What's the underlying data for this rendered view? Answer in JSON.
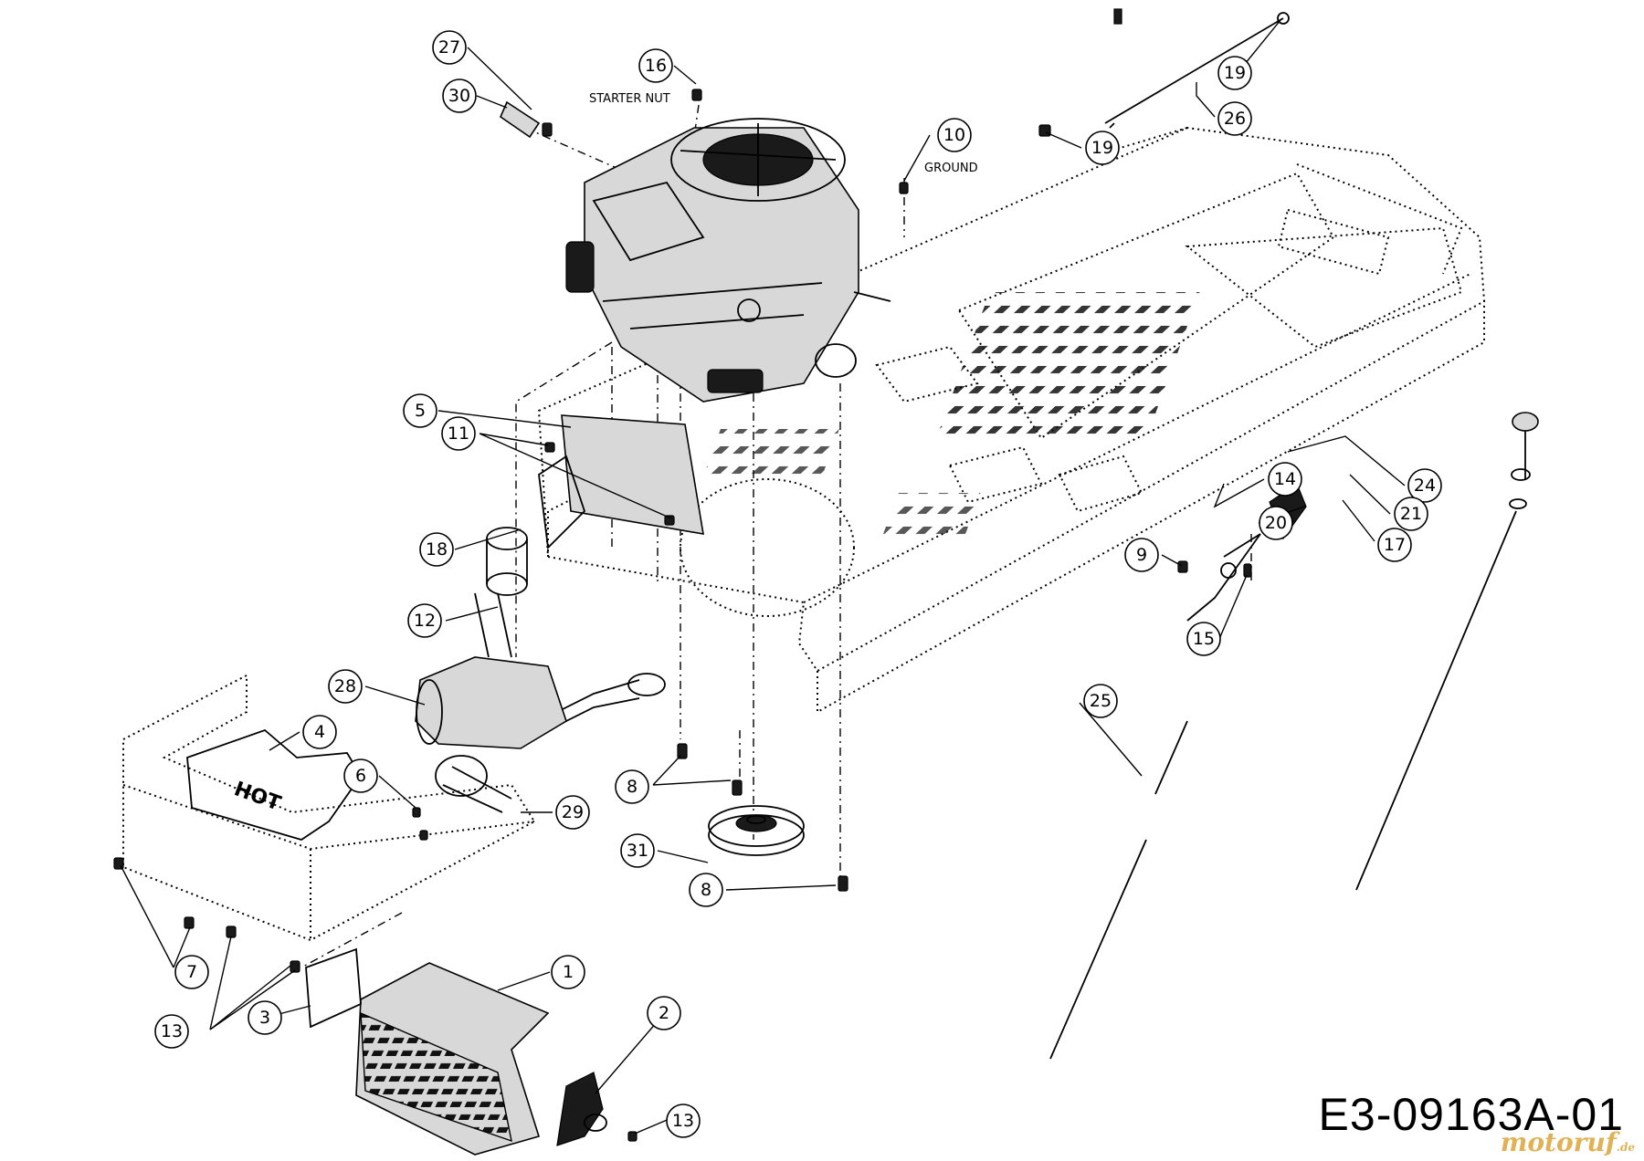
{
  "drawing_number": "E3-09163A-01",
  "watermark": {
    "name": "motoruf",
    "tld": ".de"
  },
  "annotations": {
    "starter_nut": "STARTER NUT",
    "ground": "GROUND",
    "hot": "HOT"
  },
  "callouts": [
    {
      "id": "callout-27",
      "label": "27"
    },
    {
      "id": "callout-30",
      "label": "30"
    },
    {
      "id": "callout-16",
      "label": "16"
    },
    {
      "id": "callout-10",
      "label": "10"
    },
    {
      "id": "callout-19a",
      "label": "19"
    },
    {
      "id": "callout-19b",
      "label": "19"
    },
    {
      "id": "callout-26",
      "label": "26"
    },
    {
      "id": "callout-5",
      "label": "5"
    },
    {
      "id": "callout-11",
      "label": "11"
    },
    {
      "id": "callout-18",
      "label": "18"
    },
    {
      "id": "callout-12",
      "label": "12"
    },
    {
      "id": "callout-28",
      "label": "28"
    },
    {
      "id": "callout-4",
      "label": "4"
    },
    {
      "id": "callout-6",
      "label": "6"
    },
    {
      "id": "callout-29",
      "label": "29"
    },
    {
      "id": "callout-8a",
      "label": "8"
    },
    {
      "id": "callout-31",
      "label": "31"
    },
    {
      "id": "callout-8b",
      "label": "8"
    },
    {
      "id": "callout-7",
      "label": "7"
    },
    {
      "id": "callout-13a",
      "label": "13"
    },
    {
      "id": "callout-3",
      "label": "3"
    },
    {
      "id": "callout-1",
      "label": "1"
    },
    {
      "id": "callout-2",
      "label": "2"
    },
    {
      "id": "callout-13b",
      "label": "13"
    },
    {
      "id": "callout-14",
      "label": "14"
    },
    {
      "id": "callout-20",
      "label": "20"
    },
    {
      "id": "callout-9",
      "label": "9"
    },
    {
      "id": "callout-15",
      "label": "15"
    },
    {
      "id": "callout-24",
      "label": "24"
    },
    {
      "id": "callout-21",
      "label": "21"
    },
    {
      "id": "callout-17",
      "label": "17"
    },
    {
      "id": "callout-25",
      "label": "25"
    }
  ]
}
